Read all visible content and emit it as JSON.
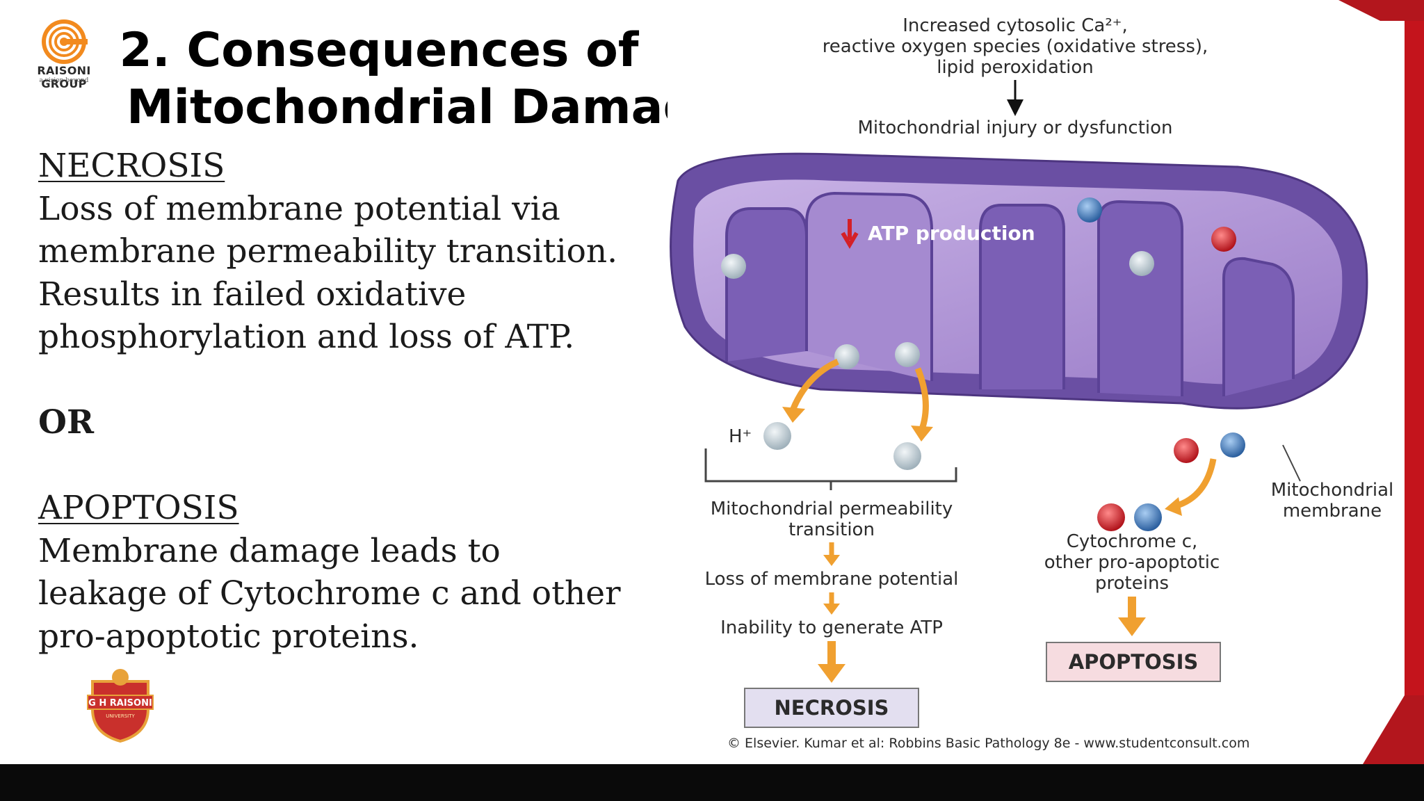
{
  "slide": {
    "logo": {
      "name": "RAISONI GROUP",
      "tagline": "a vision beyond"
    },
    "title_lines": [
      "2. Consequences of",
      "Mitochondrial Damage"
    ],
    "necrosis": {
      "heading": "NECROSIS",
      "lines": [
        "Loss of membrane potential via",
        "membrane permeability transition.",
        "Results in failed oxidative",
        "phosphorylation and loss of ATP."
      ]
    },
    "or_label": "OR",
    "apoptosis": {
      "heading": "APOPTOSIS",
      "lines": [
        "Membrane damage leads to",
        "leakage of Cytochrome c and other",
        "pro-apoptotic proteins."
      ]
    },
    "bottom_logo": {
      "name": "G H RAISONI",
      "sub": "UNIVERSITY"
    }
  },
  "figure": {
    "top_causes": [
      "Increased cytosolic Ca²⁺,",
      "reactive oxygen species (oxidative stress),",
      "lipid peroxidation"
    ],
    "injury": "Mitochondrial injury or dysfunction",
    "atp_label": "ATP production",
    "h_plus": "H⁺",
    "mpt": [
      "Mitochondrial permeability",
      "transition"
    ],
    "loss_potential": "Loss of membrane potential",
    "inability_atp": "Inability to generate ATP",
    "necrosis_box": "NECROSIS",
    "cyto": [
      "Cytochrome c,",
      "other pro-apoptotic",
      "proteins"
    ],
    "apoptosis_box": "APOPTOSIS",
    "membrane_label": [
      "Mitochondrial",
      "membrane"
    ],
    "credit": "© Elsevier. Kumar et al: Robbins Basic Pathology 8e - www.studentconsult.com",
    "colors": {
      "mito_outer": "#6a4fa3",
      "mito_inner": "#b59ad8",
      "arrow_orange": "#f0a030",
      "necrosis_box_fill": "#e3dff0",
      "apoptosis_box_fill": "#f6dce0",
      "red_ball": "#d42027",
      "blue_ball": "#3b7ec8",
      "grey_ball": "#c7d2d8"
    }
  }
}
